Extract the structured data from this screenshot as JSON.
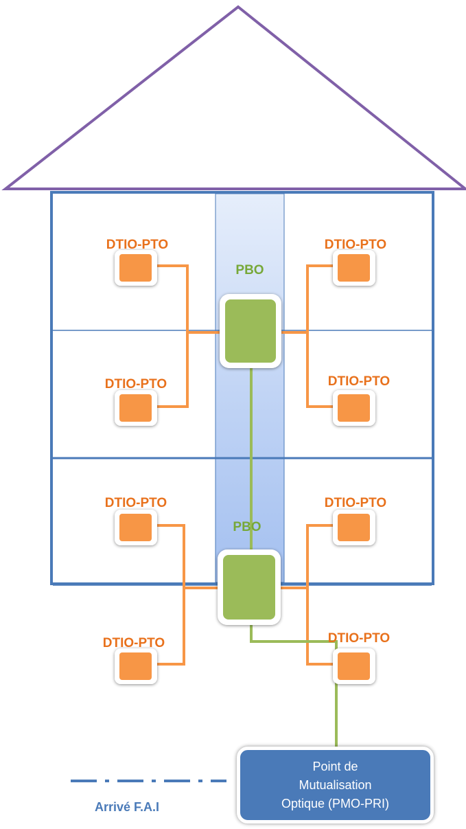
{
  "outlet_label": "DTIO-PTO",
  "pbo_label": "PBO",
  "pmo": {
    "line1": "Point de",
    "line2": "Mutualisation",
    "line3": "Optique (PMO-PRI)"
  },
  "isp_label": "Arrivé F.A.I",
  "colors": {
    "roof": "#8060a8",
    "walls": "#4a7ab8",
    "orange_cable": "#f79646",
    "green_fiber": "#9bbb59",
    "pmo_fill": "#4a7ab8",
    "riser": "#b8d0f4"
  }
}
